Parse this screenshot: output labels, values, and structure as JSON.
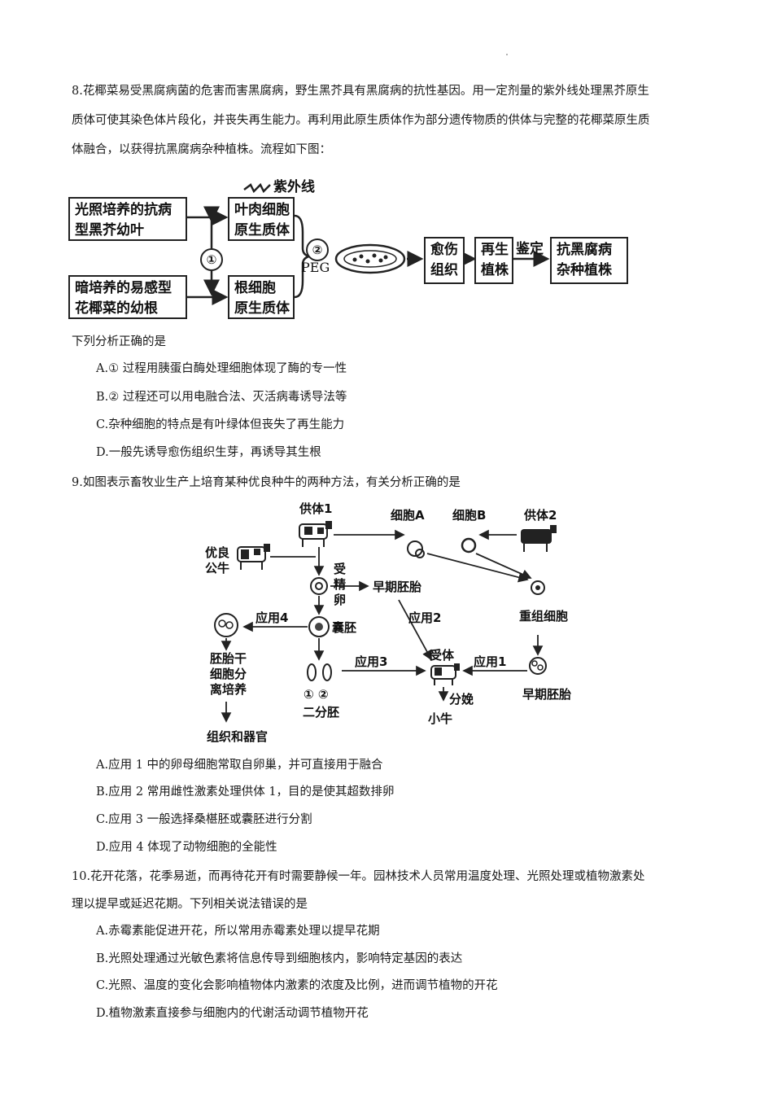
{
  "q8": {
    "stem": [
      "8.花椰菜易受黑腐病菌的危害而害黑腐病，野生黑芥具有黑腐病的抗性基因。用一定剂量的紫外线处理黑芥原生",
      "质体可使其染色体片段化，并丧失再生能力。再利用此原生质体作为部分遗传物质的供体与完整的花椰菜原生质",
      "体融合，以获得抗黑腐病杂种植株。流程如下图："
    ],
    "figure": {
      "box_a": [
        "光照培养的抗病",
        "型黑芥幼叶"
      ],
      "box_b": [
        "暗培养的易感型",
        "花椰菜的幼根"
      ],
      "box_c": [
        "叶肉细胞",
        "原生质体"
      ],
      "box_d": [
        "根细胞",
        "原生质体"
      ],
      "uv_label": "紫外线",
      "step1": "①",
      "step2": "②",
      "peg": "PEG",
      "box_callus": [
        "愈伤",
        "组织"
      ],
      "box_regen": [
        "再生",
        "植株"
      ],
      "identify_label": "鉴定",
      "box_result": [
        "抗黑腐病",
        "杂种植株"
      ]
    },
    "prompt": "下列分析正确的是",
    "options": [
      "A.① 过程用胰蛋白酶处理细胞体现了酶的专一性",
      "B.② 过程还可以用电融合法、灭活病毒诱导法等",
      "C.杂种细胞的特点是有叶绿体但丧失了再生能力",
      "D.一般先诱导愈伤组织生芽，再诱导其生根"
    ]
  },
  "q9": {
    "stem": "9.如图表示畜牧业生产上培育某种优良种牛的两种方法，有关分析正确的是",
    "figure": {
      "donor1": "供体1",
      "donor2": "供体2",
      "cell_a": "细胞A",
      "cell_b": "细胞B",
      "bull": [
        "优良",
        "公牛"
      ],
      "fertilized": [
        "受",
        "精",
        "卵"
      ],
      "early_embryo_1": "早期胚胎",
      "app4": "应用4",
      "app2": "应用2",
      "app3": "应用3",
      "app1": "应用1",
      "blastocyst": "囊胚",
      "recombined": "重组细胞",
      "stem_cell": [
        "胚胎干",
        "细胞分",
        "离培养"
      ],
      "twin_marks": "① ②",
      "two_cell": "二分胚",
      "recipient": "受体",
      "delivery": "分娩",
      "calf": "小牛",
      "early_embryo_2": "早期胚胎",
      "tissue": "组织和器官"
    },
    "options": [
      "A.应用 1 中的卵母细胞常取自卵巢，并可直接用于融合",
      "B.应用 2 常用雌性激素处理供体 1，目的是使其超数排卵",
      "C.应用 3 一般选择桑椹胚或囊胚进行分割",
      "D.应用 4 体现了动物细胞的全能性"
    ]
  },
  "q10": {
    "stem": [
      "10.花开花落，花季易逝，而再待花开有时需要静候一年。园林技术人员常用温度处理、光照处理或植物激素处",
      "理以提早或延迟花期。下列相关说法错误的是"
    ],
    "options": [
      "A.赤霉素能促进开花，所以常用赤霉素处理以提早花期",
      "B.光照处理通过光敏色素将信息传导到细胞核内，影响特定基因的表达",
      "C.光照、温度的变化会影响植物体内激素的浓度及比例，进而调节植物的开花",
      "D.植物激素直接参与细胞内的代谢活动调节植物开花"
    ]
  }
}
